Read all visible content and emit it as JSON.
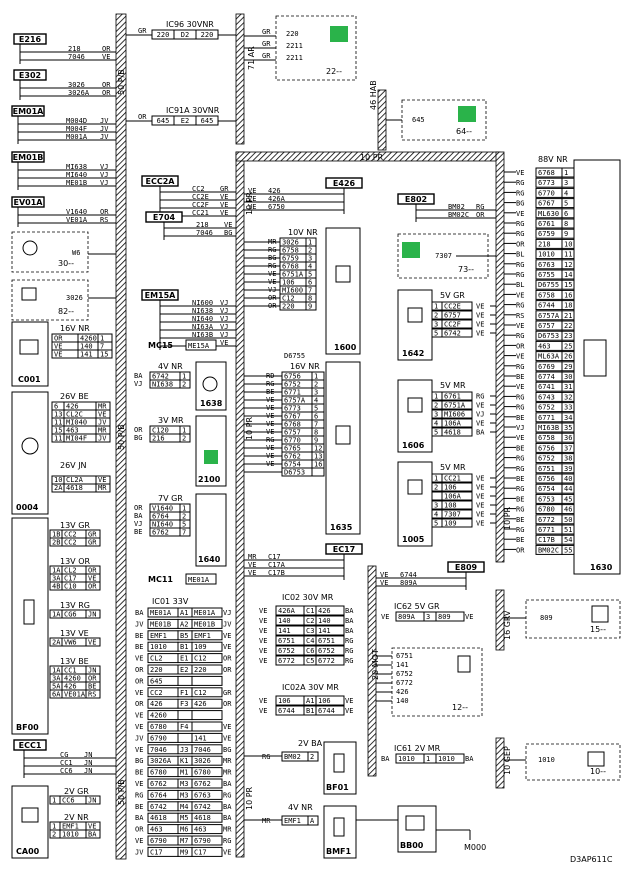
{
  "diagram_ref": "D3AP611C",
  "connectors_left": [
    {
      "id": "E216",
      "wires": [
        [
          "218",
          "OR"
        ],
        [
          "7046",
          "VE"
        ]
      ]
    },
    {
      "id": "E302",
      "wires": [
        [
          "3026",
          "OR"
        ],
        [
          "3026A",
          "OR"
        ]
      ]
    },
    {
      "id": "EM01A",
      "wires": [
        [
          "M004D",
          "JV"
        ],
        [
          "M004F",
          "JV"
        ],
        [
          "M001A",
          "JV"
        ]
      ]
    },
    {
      "id": "EM01B",
      "wires": [
        [
          "MI638",
          "VJ"
        ],
        [
          "MI640",
          "VJ"
        ],
        [
          "ME01B",
          "VJ"
        ]
      ]
    },
    {
      "id": "EV01A",
      "wires": [
        [
          "V1640",
          "OR"
        ],
        [
          "VE01A",
          "RS"
        ]
      ]
    }
  ],
  "conn_top": {
    "title": "IC96 30VNR",
    "pins": [
      "220",
      "D2",
      "220"
    ],
    "wire": "GR"
  },
  "conn_c91a": {
    "title": "IC91A 30VNR",
    "pins": [
      "645",
      "E2",
      "645"
    ],
    "wire": "OR"
  },
  "bus_labels": {
    "b1": "50 P/B",
    "b2": "71 AR",
    "b3": "46 HAB",
    "b4": "10 PR",
    "b5": "50 P/B",
    "b6": "50 P/B",
    "b7": "10 PR",
    "b8": "20 MOT",
    "b9": "10 PR",
    "b10": "16 GRV",
    "b11": "10 GEP"
  },
  "dev_22": {
    "label": "22--",
    "wires": [
      "220",
      "2211",
      "2211"
    ],
    "colors": [
      "GR",
      "GR",
      "GR"
    ]
  },
  "dev_64": {
    "label": "64--",
    "wire": "645"
  },
  "dev_30": {
    "label": "30--",
    "wire": "W6"
  },
  "dev_82": {
    "label": "82--",
    "wire": "3026"
  },
  "dev_73": {
    "label": "73--",
    "wire": "7307"
  },
  "dev_15": {
    "label": "15--",
    "wire": "809"
  },
  "dev_12": {
    "label": "12--",
    "wires": [
      "6751",
      "141",
      "6752",
      "6772",
      "426",
      "140"
    ]
  },
  "dev_10": {
    "label": "10--",
    "wire": "1010"
  },
  "ecc2a": {
    "id": "ECC2A",
    "wires": [
      [
        "CC2",
        "GR"
      ],
      [
        "CC2E",
        "VE"
      ],
      [
        "CC2F",
        "VE"
      ],
      [
        "CC21",
        "VE"
      ]
    ]
  },
  "e704": {
    "id": "E704",
    "wires": [
      [
        "218",
        "VE"
      ],
      [
        "7046",
        "BG"
      ]
    ]
  },
  "em15a": {
    "id": "EM15A",
    "wires": [
      [
        "NI600",
        "VJ"
      ],
      [
        "NI638",
        "VJ"
      ],
      [
        "NI640",
        "VJ"
      ],
      [
        "NI63A",
        "VJ"
      ],
      [
        "NI63B",
        "VJ"
      ],
      [
        "NE15A",
        "VE"
      ]
    ]
  },
  "e426": {
    "id": "E426",
    "wires": [
      [
        "VE",
        "426"
      ],
      [
        "VE",
        "426A"
      ],
      [
        "VE",
        "6750"
      ]
    ]
  },
  "c1600": {
    "id": "1600",
    "title": "10V NR",
    "rows": [
      [
        "MR",
        "3026",
        "1"
      ],
      [
        "RG",
        "6758",
        "2"
      ],
      [
        "BG",
        "6759",
        "3"
      ],
      [
        "RG",
        "6768",
        "4"
      ],
      [
        "VE",
        "6751A",
        "5"
      ],
      [
        "VE",
        "106",
        "6"
      ],
      [
        "VJ",
        "MI600",
        "7"
      ],
      [
        "OR",
        "C12",
        "8"
      ],
      [
        "OR",
        "220",
        "9"
      ]
    ]
  },
  "c1635": {
    "id": "1635",
    "title": "16V NR",
    "rows": [
      [
        "RD",
        "6756",
        "1"
      ],
      [
        "RG",
        "6752",
        "2"
      ],
      [
        "BE",
        "6771",
        "3"
      ],
      [
        "VE",
        "6757A",
        "4"
      ],
      [
        "VE",
        "6773",
        "5"
      ],
      [
        "VE",
        "6767",
        "6"
      ],
      [
        "VE",
        "6768",
        "7"
      ],
      [
        "VE",
        "6757",
        "8"
      ],
      [
        "RG",
        "6770",
        "9"
      ],
      [
        "VE",
        "6765",
        "12"
      ],
      [
        "VE",
        "6762",
        "13"
      ],
      [
        "VE",
        "6754",
        "16"
      ],
      [
        "",
        "D6753",
        ""
      ]
    ],
    "extra": "D6755"
  },
  "c1638": {
    "id": "1638",
    "title": "4V NR",
    "rows": [
      [
        "BA",
        "6742",
        "1"
      ],
      [
        "VJ",
        "NI638",
        "2"
      ]
    ]
  },
  "c2100": {
    "id": "2100",
    "title": "3V MR",
    "rows": [
      [
        "OR",
        "C120",
        "1"
      ],
      [
        "BG",
        "216",
        "2"
      ]
    ]
  },
  "c1640": {
    "id": "1640",
    "title": "7V GR",
    "rows": [
      [
        "OR",
        "V1640",
        "1"
      ],
      [
        "BA",
        "6764",
        "2"
      ],
      [
        "VJ",
        "NI640",
        "5"
      ],
      [
        "BE",
        "6762",
        "7"
      ]
    ]
  },
  "mc15": {
    "id": "MC15",
    "wire": "ME15A"
  },
  "mc11": {
    "id": "MC11",
    "wire": "ME01A"
  },
  "c001": {
    "id": "C001",
    "title": "16V NR",
    "rows": [
      [
        "OR",
        "4260",
        "1"
      ],
      [
        "VE",
        "140",
        "7"
      ],
      [
        "VE",
        "141",
        "15"
      ]
    ]
  },
  "c0004": {
    "id": "0004",
    "title": "26V BE",
    "rows": [
      [
        "6",
        "426",
        "MR"
      ],
      [
        "13",
        "CL2C",
        "VE"
      ],
      [
        "11",
        "MI040",
        "JV"
      ],
      [
        "15",
        "463",
        "MR"
      ],
      [
        "11",
        "MI04F",
        "JV"
      ]
    ],
    "title2": "26V JN",
    "rows2": [
      [
        "10",
        "CL2A",
        "VE"
      ],
      [
        "2A",
        "4618",
        "MR"
      ]
    ]
  },
  "bf00": {
    "id": "BF00",
    "groups": [
      {
        "title": "13V GR",
        "rows": [
          [
            "1B",
            "CC2",
            "GR"
          ],
          [
            "2B",
            "CC2",
            "GR"
          ]
        ]
      },
      {
        "title": "13V OR",
        "rows": [
          [
            "1A",
            "CL2",
            "OR"
          ],
          [
            "3A",
            "C17",
            "VE"
          ],
          [
            "4B",
            "C10",
            "OR"
          ]
        ]
      },
      {
        "title": "13V RG",
        "rows": [
          [
            "1A",
            "CG6",
            "JN"
          ]
        ]
      },
      {
        "title": "13V VE",
        "rows": [
          [
            "2A",
            "VW6",
            "VE"
          ]
        ]
      },
      {
        "title": "13V BE",
        "rows": [
          [
            "1A",
            "CC1",
            "JN"
          ],
          [
            "3A",
            "4260",
            "OR"
          ],
          [
            "5A",
            "426",
            "BE"
          ],
          [
            "6A",
            "VE01A",
            "RS"
          ]
        ]
      }
    ]
  },
  "ecc1": {
    "id": "ECC1",
    "wires": [
      [
        "CG",
        "JN"
      ],
      [
        "CC1",
        "JN"
      ],
      [
        "CC6",
        "JN"
      ]
    ]
  },
  "ca00": {
    "id": "CA00",
    "groups": [
      {
        "title": "2V GR",
        "rows": [
          [
            "1",
            "CC6",
            "JN"
          ]
        ]
      },
      {
        "title": "2V NR",
        "rows": [
          [
            "1",
            "EMF1",
            "VE"
          ],
          [
            "2",
            "1010",
            "BA"
          ]
        ]
      }
    ]
  },
  "ic01": {
    "id": "IC01 33V",
    "rows": [
      [
        "BA",
        "ME01A",
        "A1",
        "ME01A",
        "VJ"
      ],
      [
        "JV",
        "ME01B",
        "A2",
        "ME01B",
        "JV"
      ],
      [
        "BE",
        "EMF1",
        "B5",
        "EMF1",
        "VE"
      ],
      [
        "BE",
        "1010",
        "B1",
        "109",
        "VE"
      ],
      [
        "VE",
        "CL2",
        "E1",
        "C12",
        "OR"
      ],
      [
        "OR",
        "220",
        "E2",
        "220",
        "OR"
      ],
      [
        "OR",
        "645",
        "",
        "",
        ""
      ],
      [
        "VE",
        "CC2",
        "F1",
        "C12",
        "GR"
      ],
      [
        "OR",
        "426",
        "F3",
        "426",
        "OR"
      ],
      [
        "VE",
        "4260",
        "",
        "",
        ""
      ],
      [
        "VE",
        "6780",
        "F4",
        "",
        "VE"
      ],
      [
        "JV",
        "6790",
        "",
        "141",
        "VE"
      ],
      [
        "VE",
        "7046",
        "J3",
        "7046",
        "BG"
      ],
      [
        "BG",
        "3026A",
        "K1",
        "3026",
        "MR"
      ],
      [
        "BE",
        "6780",
        "M1",
        "6780",
        "MR"
      ],
      [
        "VE",
        "6762",
        "M3",
        "6762",
        "BA"
      ],
      [
        "RG",
        "6764",
        "M3",
        "6763",
        "RG"
      ],
      [
        "BE",
        "6742",
        "M4",
        "6742",
        "BA"
      ],
      [
        "BA",
        "4618",
        "M5",
        "4618",
        "BA"
      ],
      [
        "OR",
        "463",
        "M6",
        "463",
        "MR"
      ],
      [
        "VE",
        "6790",
        "M7",
        "6790",
        "RG"
      ],
      [
        "JV",
        "C17",
        "M9",
        "C17",
        "VE"
      ]
    ]
  },
  "ic02": {
    "id": "IC02 30V MR",
    "rows": [
      [
        "VE",
        "426A",
        "C1",
        "426",
        "BA"
      ],
      [
        "VE",
        "140",
        "C2",
        "140",
        "BA"
      ],
      [
        "VE",
        "141",
        "C3",
        "141",
        "BA"
      ],
      [
        "VE",
        "6751",
        "C4",
        "6751",
        "RG"
      ],
      [
        "VE",
        "6752",
        "C6",
        "6752",
        "RG"
      ],
      [
        "VE",
        "6772",
        "C5",
        "6772",
        "RG"
      ]
    ]
  },
  "ic02a": {
    "id": "IC02A 30V MR",
    "rows": [
      [
        "VE",
        "106",
        "A1",
        "106",
        "VE"
      ],
      [
        "VE",
        "6744",
        "B1",
        "6744",
        "VE"
      ]
    ]
  },
  "e17": {
    "id": "EC17",
    "wires": [
      [
        "MR",
        "C17"
      ],
      [
        "VE",
        "C17A"
      ],
      [
        "VE",
        "C17B"
      ]
    ]
  },
  "e809": {
    "id": "E809",
    "wires": [
      [
        "VE",
        "6744"
      ],
      [
        "VE",
        "809A"
      ]
    ]
  },
  "e802": {
    "id": "E802",
    "wires": [
      [
        "BM02",
        "RG"
      ],
      [
        "BM02C",
        "OR"
      ]
    ]
  },
  "ic62": {
    "id": "IC62 5V GR",
    "rows": [
      [
        "VE",
        "809A",
        "3",
        "809",
        "VE"
      ]
    ]
  },
  "ic61": {
    "id": "IC61 2V MR",
    "rows": [
      [
        "BA",
        "1010",
        "1",
        "1010",
        "BA"
      ]
    ]
  },
  "c1642": {
    "id": "1642",
    "title": "5V GR",
    "rows": [
      [
        "1",
        "CC2E",
        "VE"
      ],
      [
        "2",
        "6757",
        "VE"
      ],
      [
        "3",
        "CC2F",
        "VE"
      ],
      [
        "5",
        "6742",
        "VE"
      ]
    ]
  },
  "c1606": {
    "id": "1606",
    "title": "5V MR",
    "rows": [
      [
        "1",
        "6761",
        "RG"
      ],
      [
        "2",
        "6751A",
        "VE"
      ],
      [
        "3",
        "MI606",
        "VJ"
      ],
      [
        "4",
        "106A",
        "VE"
      ],
      [
        "5",
        "4618",
        "BA"
      ]
    ]
  },
  "c1005": {
    "id": "1005",
    "title": "5V MR",
    "rows": [
      [
        "1",
        "CC21",
        "VE"
      ],
      [
        "2",
        "106",
        "VE"
      ],
      [
        "",
        "106A",
        "VE"
      ],
      [
        "3",
        "108",
        "VE"
      ],
      [
        "4",
        "7307",
        "VE"
      ],
      [
        "5",
        "109",
        "VE"
      ]
    ]
  },
  "c1630": {
    "id": "1630",
    "title": "88V NR",
    "rows": [
      [
        "VE",
        "6768",
        "1"
      ],
      [
        "RG",
        "6773",
        "3"
      ],
      [
        "RG",
        "6770",
        "4"
      ],
      [
        "BG",
        "6767",
        "5"
      ],
      [
        "VE",
        "ML630",
        "6"
      ],
      [
        "RG",
        "6761",
        "8"
      ],
      [
        "RG",
        "6759",
        "9"
      ],
      [
        "OR",
        "218",
        "10"
      ],
      [
        "BL",
        "1010",
        "11"
      ],
      [
        "RG",
        "6763",
        "12"
      ],
      [
        "RG",
        "6755",
        "14"
      ],
      [
        "BL",
        "D6755",
        "15"
      ],
      [
        "VE",
        "6758",
        "16"
      ],
      [
        "RG",
        "6744",
        "18"
      ],
      [
        "RS",
        "6757A",
        "21"
      ],
      [
        "VE",
        "6757",
        "22"
      ],
      [
        "RG",
        "D6753",
        "23"
      ],
      [
        "OR",
        "463",
        "25"
      ],
      [
        "VE",
        "ML63A",
        "26"
      ],
      [
        "RG",
        "6769",
        "29"
      ],
      [
        "BE",
        "6774",
        "30"
      ],
      [
        "VE",
        "6741",
        "31"
      ],
      [
        "RG",
        "6743",
        "32"
      ],
      [
        "RG",
        "6752",
        "33"
      ],
      [
        "BE",
        "6771",
        "34"
      ],
      [
        "VJ",
        "MI63B",
        "35"
      ],
      [
        "VE",
        "6758",
        "36"
      ],
      [
        "BE",
        "6756",
        "37"
      ],
      [
        "RG",
        "6752",
        "38"
      ],
      [
        "RG",
        "6751",
        "39"
      ],
      [
        "BE",
        "6756",
        "40"
      ],
      [
        "RG",
        "6754",
        "44"
      ],
      [
        "BE",
        "6753",
        "45"
      ],
      [
        "RG",
        "6780",
        "46"
      ],
      [
        "BE",
        "6772",
        "50"
      ],
      [
        "RG",
        "6771",
        "51"
      ],
      [
        "BE",
        "C17B",
        "54"
      ],
      [
        "OR",
        "BM02C",
        "55"
      ]
    ]
  },
  "bf01": {
    "id": "BF01",
    "title": "2V BA",
    "rows": [
      [
        "BM02",
        "2",
        "RG"
      ]
    ]
  },
  "bmf1": {
    "id": "BMF1",
    "title": "4V NR",
    "rows": [
      [
        "EMF1",
        "A",
        "MR"
      ]
    ]
  },
  "bb00": {
    "id": "BB00"
  },
  "m000": {
    "id": "M000"
  }
}
